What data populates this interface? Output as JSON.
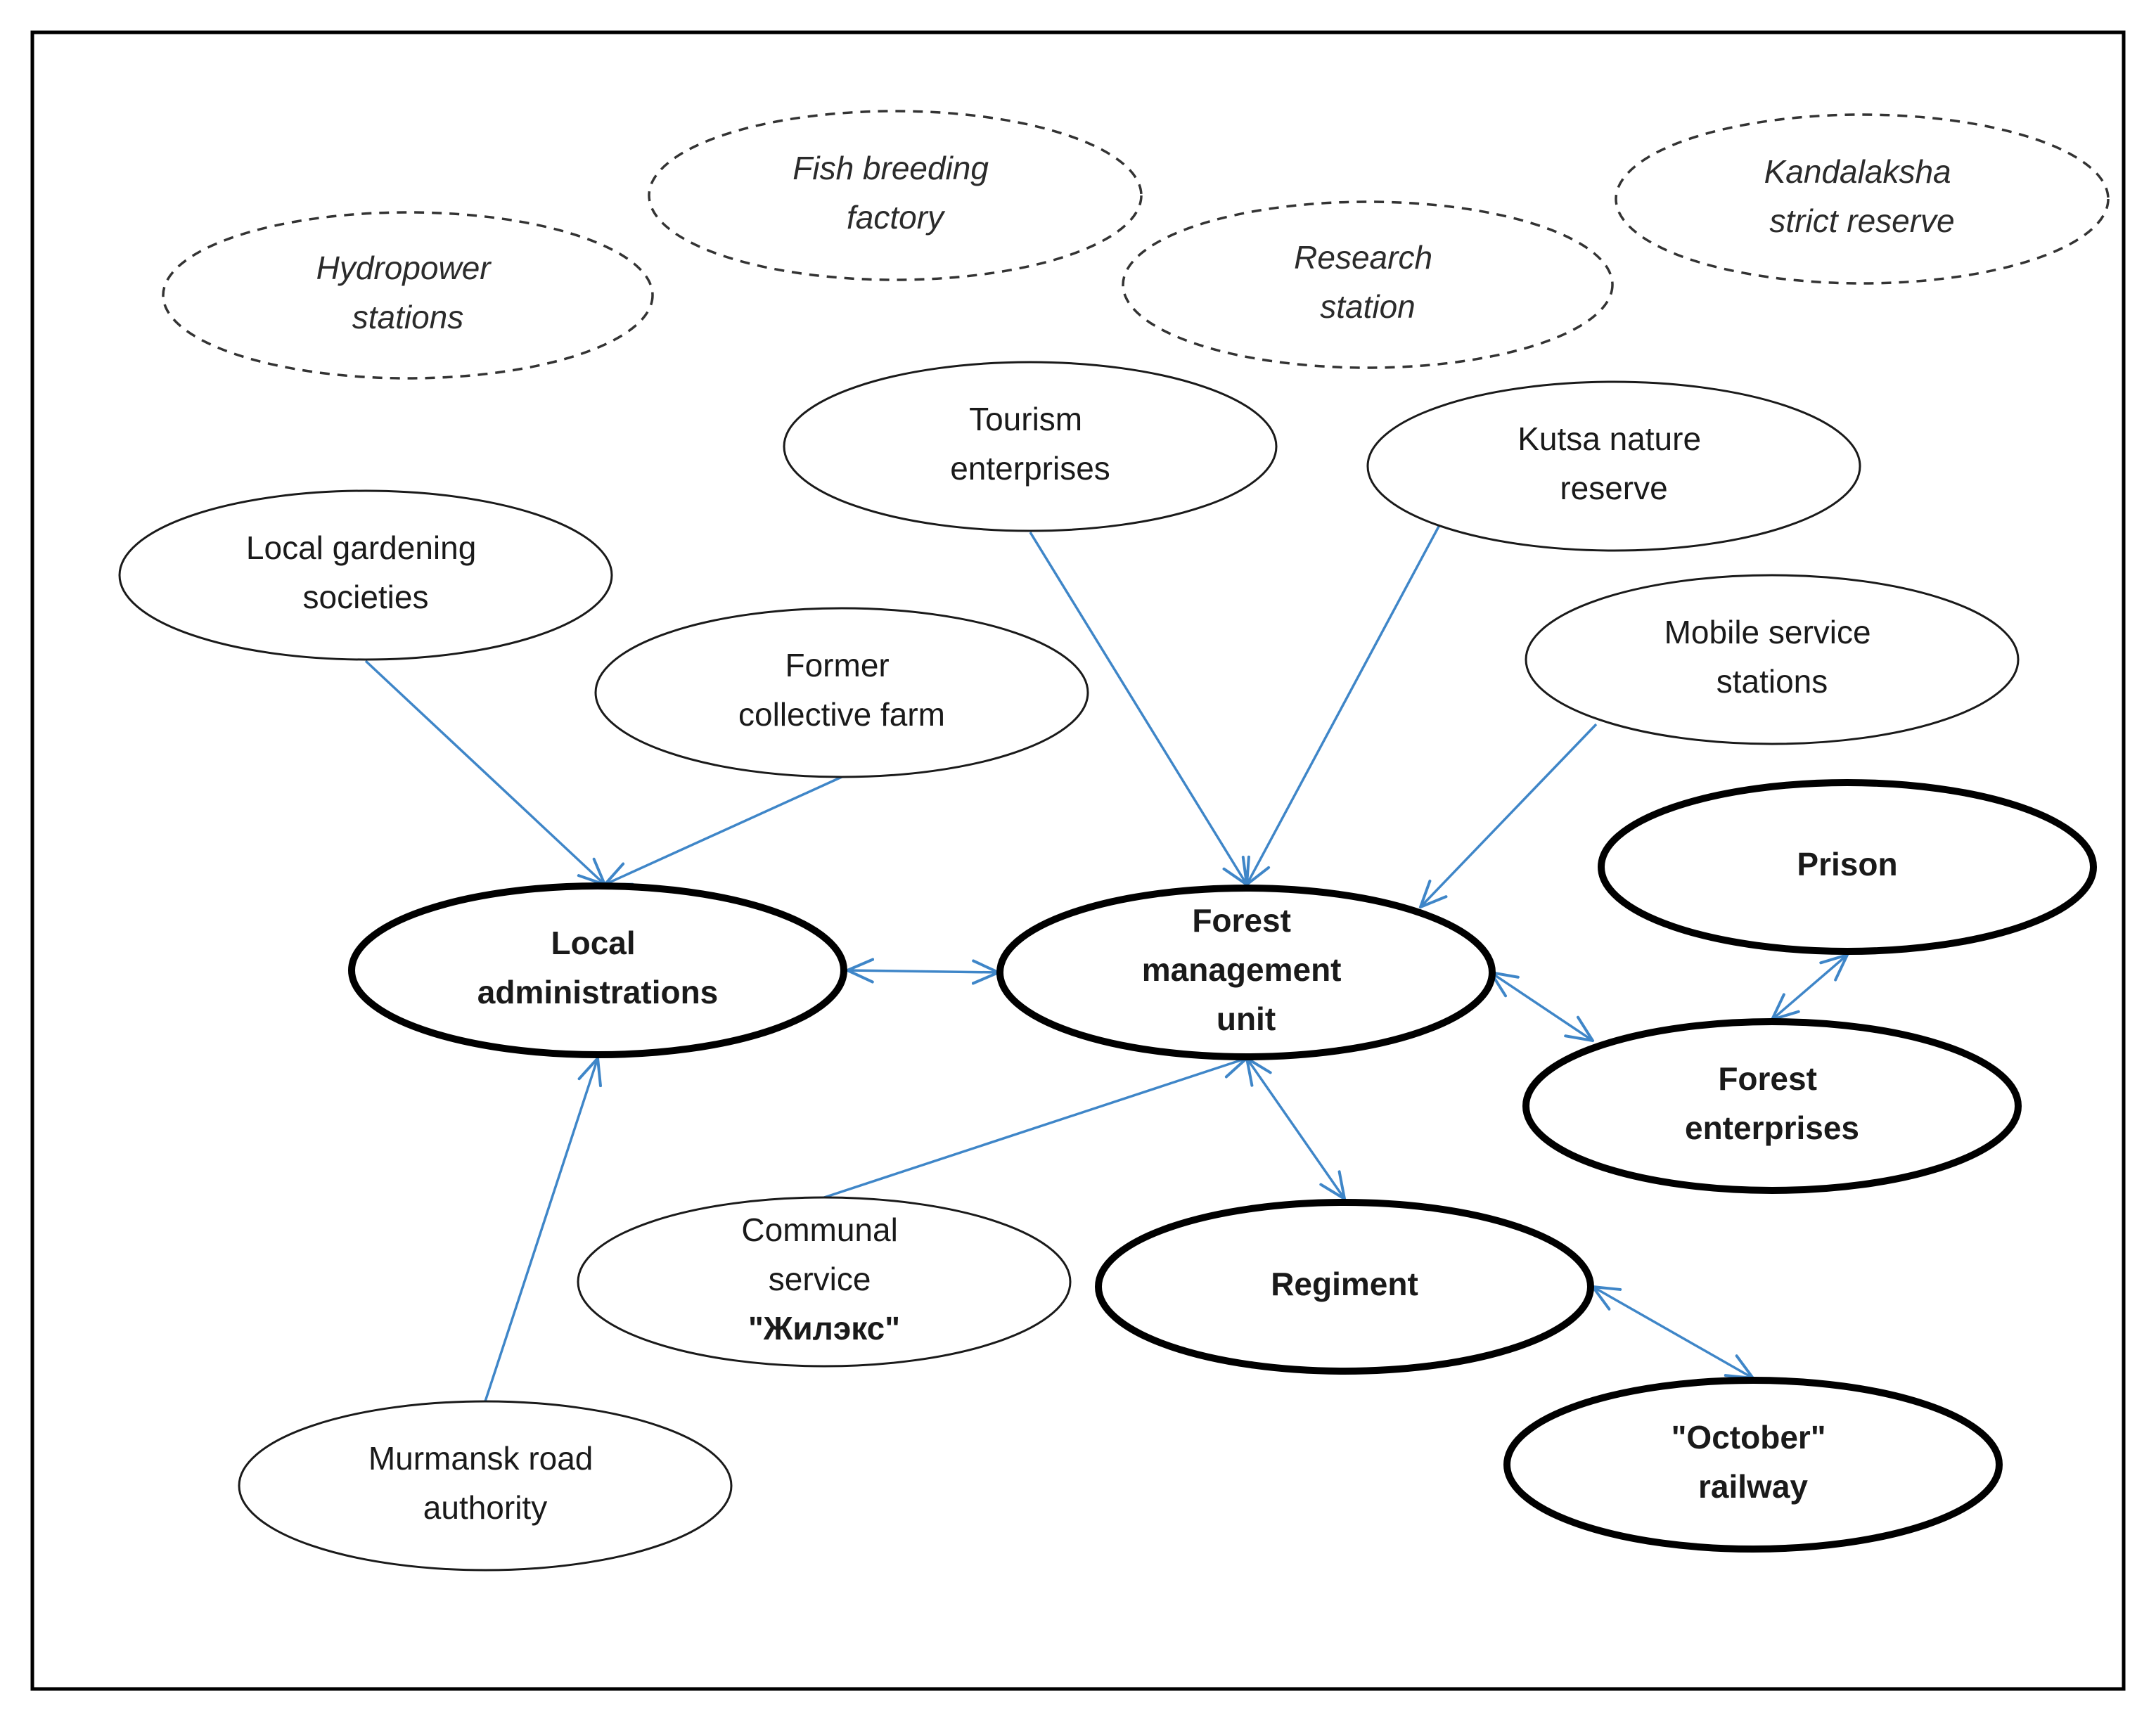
{
  "colors": {
    "edge": "#3f86c8",
    "frame": "#000000",
    "node_stroke": "#1a1a1a",
    "background": "#ffffff"
  },
  "nodes": {
    "hydropower": {
      "lines": [
        "Hydropower",
        "stations"
      ],
      "style": "dashed"
    },
    "fish_breeding": {
      "lines": [
        "Fish breeding",
        "factory"
      ],
      "style": "dashed"
    },
    "research": {
      "lines": [
        "Research",
        "station"
      ],
      "style": "dashed"
    },
    "kandalaksha": {
      "lines": [
        "Kandalaksha",
        "strict reserve"
      ],
      "style": "dashed"
    },
    "tourism": {
      "lines": [
        "Tourism",
        "enterprises"
      ],
      "style": "normal"
    },
    "kutsa": {
      "lines": [
        "Kutsa nature",
        "reserve"
      ],
      "style": "normal"
    },
    "gardening": {
      "lines": [
        "Local gardening",
        "societies"
      ],
      "style": "normal"
    },
    "collective_farm": {
      "lines": [
        "Former",
        "collective farm"
      ],
      "style": "normal"
    },
    "mobile_service": {
      "lines": [
        "Mobile service",
        "stations"
      ],
      "style": "normal"
    },
    "prison": {
      "lines": [
        "Prison"
      ],
      "style": "bold"
    },
    "local_admin": {
      "lines": [
        "Local",
        "administrations"
      ],
      "style": "bold"
    },
    "forest_mgmt": {
      "lines": [
        "Forest",
        "management",
        "unit"
      ],
      "style": "bold"
    },
    "forest_enterprises": {
      "lines": [
        "Forest",
        "enterprises"
      ],
      "style": "bold"
    },
    "communal": {
      "lines": [
        "Communal",
        "service",
        "\"Жилэкс\""
      ],
      "style": "normal"
    },
    "regiment": {
      "lines": [
        "Regiment"
      ],
      "style": "bold"
    },
    "october_railway": {
      "lines": [
        "\"October\"",
        "railway"
      ],
      "style": "bold"
    },
    "murmansk_road": {
      "lines": [
        "Murmansk road",
        "authority"
      ],
      "style": "normal"
    }
  },
  "edges": [
    {
      "from": "gardening",
      "to": "local_admin",
      "direction": "forward"
    },
    {
      "from": "collective_farm",
      "to": "local_admin",
      "direction": "forward"
    },
    {
      "from": "murmansk_road",
      "to": "local_admin",
      "direction": "forward"
    },
    {
      "from": "tourism",
      "to": "forest_mgmt",
      "direction": "forward"
    },
    {
      "from": "kutsa",
      "to": "forest_mgmt",
      "direction": "forward"
    },
    {
      "from": "mobile_service",
      "to": "forest_mgmt",
      "direction": "forward"
    },
    {
      "from": "communal",
      "to": "forest_mgmt",
      "direction": "forward"
    },
    {
      "from": "local_admin",
      "to": "forest_mgmt",
      "direction": "both"
    },
    {
      "from": "forest_mgmt",
      "to": "forest_enterprises",
      "direction": "both"
    },
    {
      "from": "forest_mgmt",
      "to": "regiment",
      "direction": "both"
    },
    {
      "from": "prison",
      "to": "forest_enterprises",
      "direction": "both"
    },
    {
      "from": "regiment",
      "to": "october_railway",
      "direction": "both"
    }
  ]
}
